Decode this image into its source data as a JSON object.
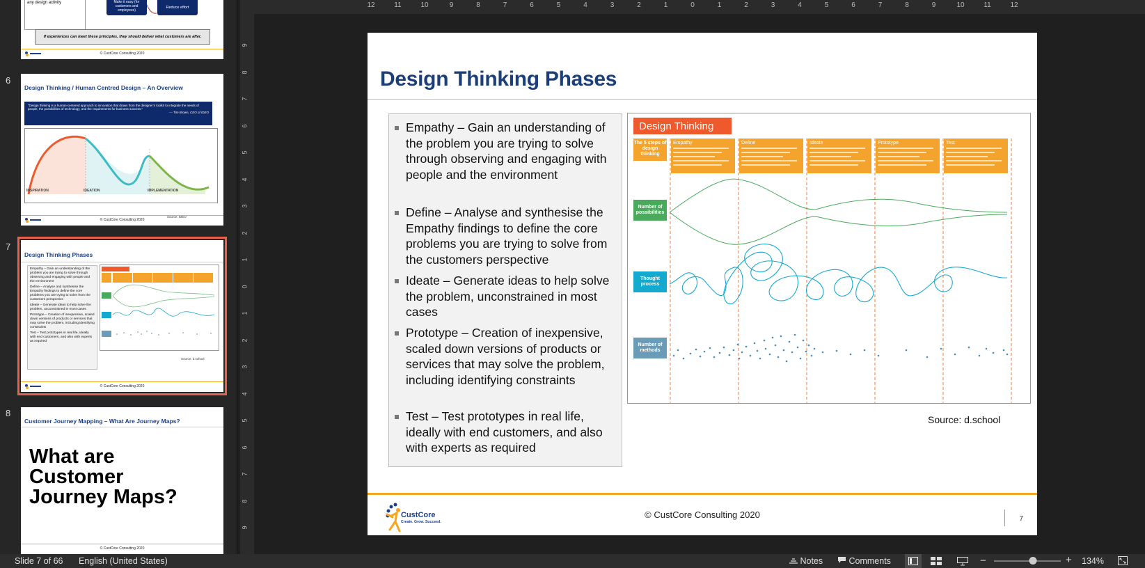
{
  "thumbnails": [
    {
      "number": "",
      "banner": "If experiences can meet these principles, they should deliver what customers are after.",
      "box1": "any design activity",
      "box2": "Make it easy (for customers and employees)",
      "box3": "Reduce effort",
      "footer": "© CustCore Consulting 2020"
    },
    {
      "number": "6",
      "title": "Design Thinking / Human Centred Design – An Overview",
      "quote": "“Design thinking is a human-centered approach to innovation that draws from the designer’s toolkit to integrate the needs of people, the possibilities of technology, and the requirements for business success.”",
      "quote_author": "— Tim Brown, CEO of IDEO",
      "phases": [
        "INSPIRATION",
        "IDEATION",
        "IMPLEMENTATION"
      ],
      "source": "Source: IDEO",
      "footer": "© CustCore Consulting 2020"
    },
    {
      "number": "7",
      "title": "Design Thinking Phases",
      "footer": "© CustCore Consulting 2020",
      "source": "Source: d.school"
    },
    {
      "number": "8",
      "title": "Customer Journey Mapping – What Are Journey Maps?",
      "big_text": "What are Customer Journey Maps?",
      "footer": "© CustCore Consulting 2020"
    }
  ],
  "ruler": {
    "top_labels": [
      "12",
      "11",
      "10",
      "9",
      "8",
      "7",
      "6",
      "5",
      "4",
      "3",
      "2",
      "1",
      "0",
      "1",
      "2",
      "3",
      "4",
      "5",
      "6",
      "7",
      "8",
      "9",
      "10",
      "11",
      "12"
    ],
    "left_labels": [
      "9",
      "8",
      "7",
      "6",
      "5",
      "4",
      "3",
      "2",
      "1",
      "0",
      "1",
      "2",
      "3",
      "4",
      "5",
      "6",
      "7",
      "8",
      "9"
    ]
  },
  "slide": {
    "title": "Design Thinking Phases",
    "bullets": [
      "Empathy – Gain an understanding of the problem you are trying to solve through observing and engaging with people and the environment",
      "Define – Analyse and synthesise the Empathy findings to define the core problems you are trying to solve from the customers perspective",
      "Ideate – Generate ideas to help solve the problem, unconstrained in most cases",
      "Prototype – Creation of inexpensive, scaled down versions of products or services that may solve the problem, including identifying constraints",
      "Test – Test prototypes in real life, ideally with end customers, and also with experts as required"
    ],
    "figure": {
      "header": "Design Thinking",
      "steps_label": "The 5 steps of design thinking",
      "phases": [
        "Empathy",
        "Define",
        "Ideate",
        "Prototype",
        "Test"
      ],
      "rows": [
        "Number of possibilities",
        "Thought process",
        "Number of methods"
      ],
      "colors": {
        "header": "#ee5a2c",
        "phase": "#f4a42c",
        "possibilities": "#4aaa5c",
        "thought": "#14a9cf",
        "methods": "#6a9cb8"
      }
    },
    "source": "Source: d.school",
    "logo_name": "CustCore",
    "logo_tagline": "Create. Grow. Succeed.",
    "copyright": "© CustCore Consulting 2020",
    "page_number": "7"
  },
  "status": {
    "slide_info": "Slide 7 of 66",
    "language": "English (United States)",
    "notes": "Notes",
    "comments": "Comments",
    "zoom": "134%",
    "zoom_level": 0.58
  }
}
